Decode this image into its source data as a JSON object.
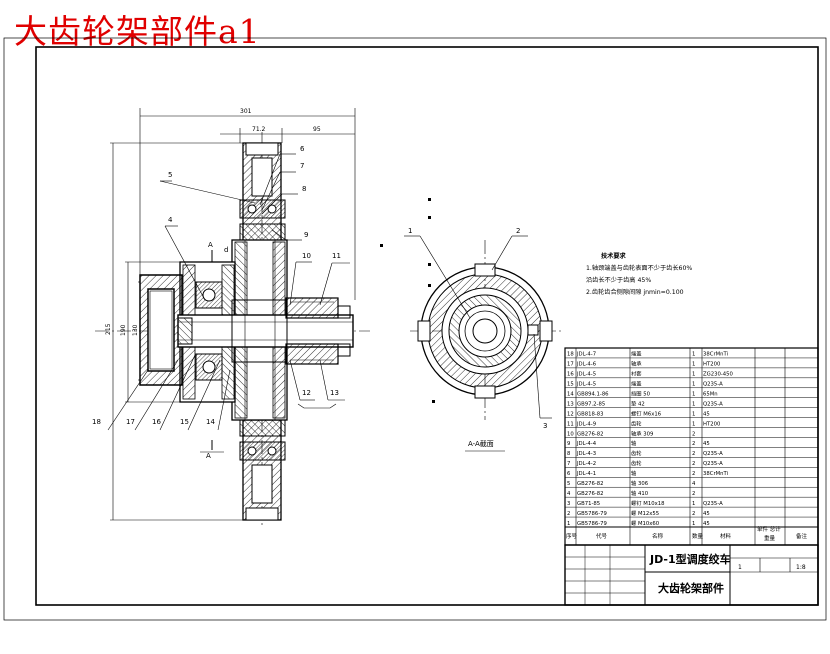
{
  "caption": "大齿轮架部件a1",
  "colors": {
    "caption": "#e00000",
    "line": "#000000",
    "hatch": "#000000",
    "paper": "#ffffff"
  },
  "dimensions": {
    "overall_width": "301",
    "left_hub": "71.2",
    "right_part": "95",
    "height_a": "215",
    "height_b": "190",
    "height_c": "130"
  },
  "section_markers": {
    "cut_top": "A",
    "cut_bottom": "A",
    "cut_note": "d"
  },
  "section_view_title": "A-A截面",
  "callouts": {
    "left": [
      "5",
      "4",
      "18",
      "17",
      "16",
      "15",
      "14"
    ],
    "right": [
      "6",
      "7",
      "8",
      "9",
      "10",
      "11",
      "12",
      "13"
    ],
    "side_view": [
      "1",
      "2",
      "3"
    ]
  },
  "tech_requirements": {
    "title": "技术要求",
    "lines": [
      "1.轴颈端盖与齿轮表面不少于齿长60%",
      "  沿齿长不少于齿高 45%",
      "2.齿轮齿合侧隙间隙 jnmin=0.100"
    ]
  },
  "parts_list": {
    "rows": [
      [
        "18",
        "JDL-4-7",
        "端盖",
        "1",
        "38CrMnTi"
      ],
      [
        "17",
        "JDL-4-6",
        "轴承",
        "1",
        "HT200"
      ],
      [
        "16",
        "JDL-4-5",
        "衬套",
        "1",
        "ZG230-450"
      ],
      [
        "15",
        "JDL-4-5",
        "端盖",
        "1",
        "Q235-A"
      ],
      [
        "14",
        "GB894.1-86",
        "挡圈 50",
        "1",
        "65Mn"
      ],
      [
        "13",
        "GB97.2-85",
        "垫 42",
        "1",
        "Q235-A"
      ],
      [
        "12",
        "GB818-83",
        "螺钉 M6x16",
        "1",
        "45"
      ],
      [
        "11",
        "JDL-4-9",
        "齿轮",
        "1",
        "HT200"
      ],
      [
        "10",
        "GB276-82",
        "轴承 309",
        "2",
        ""
      ],
      [
        "9",
        "JDL-4-4",
        "轴",
        "2",
        "45"
      ],
      [
        "8",
        "JDL-4-3",
        "齿轮",
        "2",
        "Q235-A"
      ],
      [
        "7",
        "JDL-4-2",
        "齿轮",
        "2",
        "Q235-A"
      ],
      [
        "6",
        "JDL-4-1",
        "轴",
        "2",
        "38CrMnTi"
      ],
      [
        "5",
        "GB276-82",
        "轴 306",
        "4",
        ""
      ],
      [
        "4",
        "GB276-82",
        "轴 410",
        "2",
        ""
      ],
      [
        "3",
        "GB71-85",
        "螺钉 M10x18",
        "1",
        "Q235-A"
      ],
      [
        "2",
        "GB5786-79",
        "螺 M12x55",
        "2",
        "45"
      ],
      [
        "1",
        "GB5786-79",
        "螺 M10x60",
        "1",
        "45"
      ]
    ],
    "header": [
      "序号",
      "代号",
      "名称",
      "数量",
      "材料",
      "单件 总计",
      "重量",
      "备注"
    ],
    "machine_name": "JD-1型调度绞车",
    "assembly_name": "大齿轮架部件",
    "scale": "1:8",
    "sheet": "1"
  }
}
